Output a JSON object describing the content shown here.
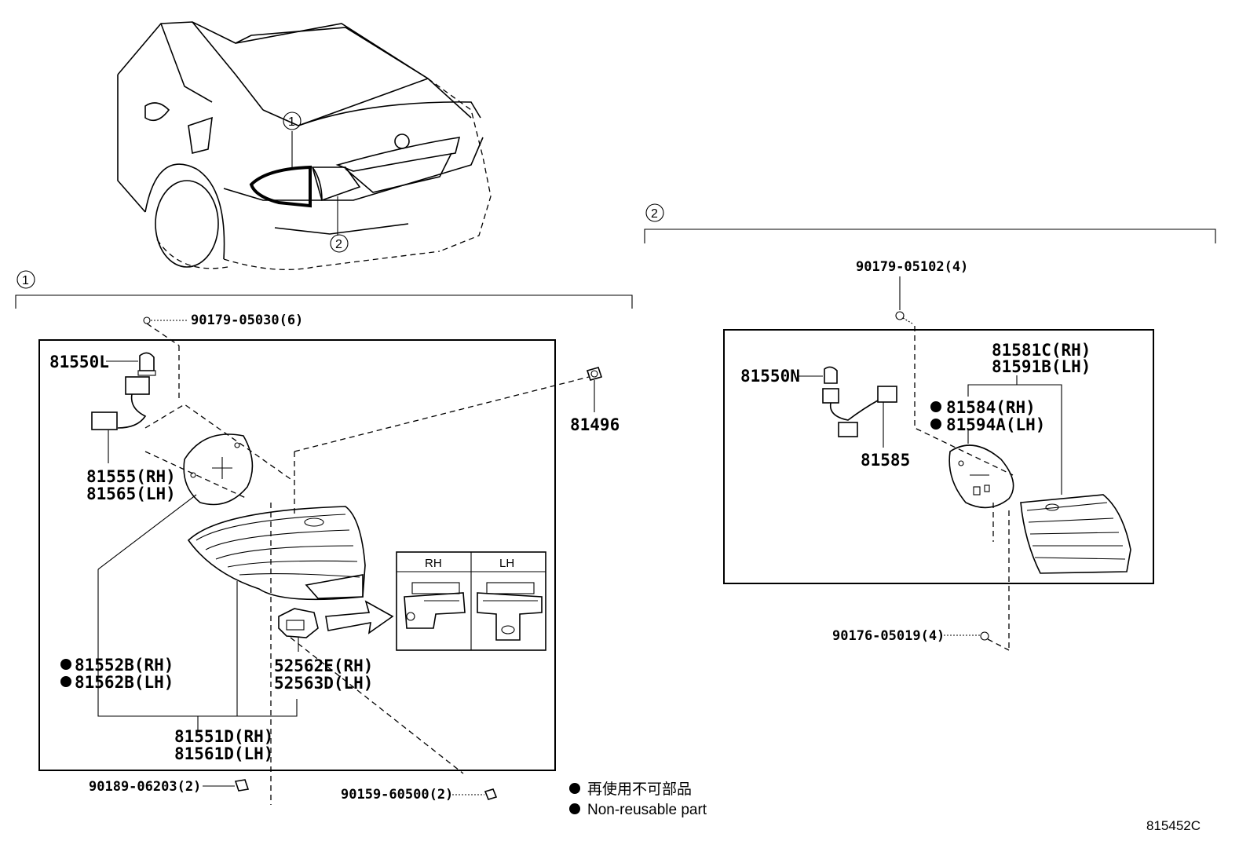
{
  "callouts": {
    "c1": "1",
    "c2": "2"
  },
  "section1": {
    "label": "1",
    "parts": {
      "p90179_05030": "90179-05030(6)",
      "p81550L": "81550L",
      "p81496": "81496",
      "p81555": "81555(RH)",
      "p81565": "81565(LH)",
      "p81552B": "81552B(RH)",
      "p81562B": "81562B(LH)",
      "p52562E": "52562E(RH)",
      "p52563D": "52563D(LH)",
      "p81551D": "81551D(RH)",
      "p81561D": "81561D(LH)",
      "p90189_06203": "90189-06203(2)",
      "p90159_60500": "90159-60500(2)"
    },
    "detail": {
      "rh": "RH",
      "lh": "LH"
    }
  },
  "section2": {
    "label": "2",
    "parts": {
      "p90179_05102": "90179-05102(4)",
      "p81581C": "81581C(RH)",
      "p81591B": "81591B(LH)",
      "p81550N": "81550N",
      "p81584": "81584(RH)",
      "p81594A": "81594A(LH)",
      "p81585": "81585",
      "p90176_05019": "90176-05019(4)"
    }
  },
  "legend": {
    "jp": "再使用不可部品",
    "en": "Non-reusable part"
  },
  "illustration_id": "815452C",
  "colors": {
    "line": "#000000",
    "background": "#ffffff"
  }
}
